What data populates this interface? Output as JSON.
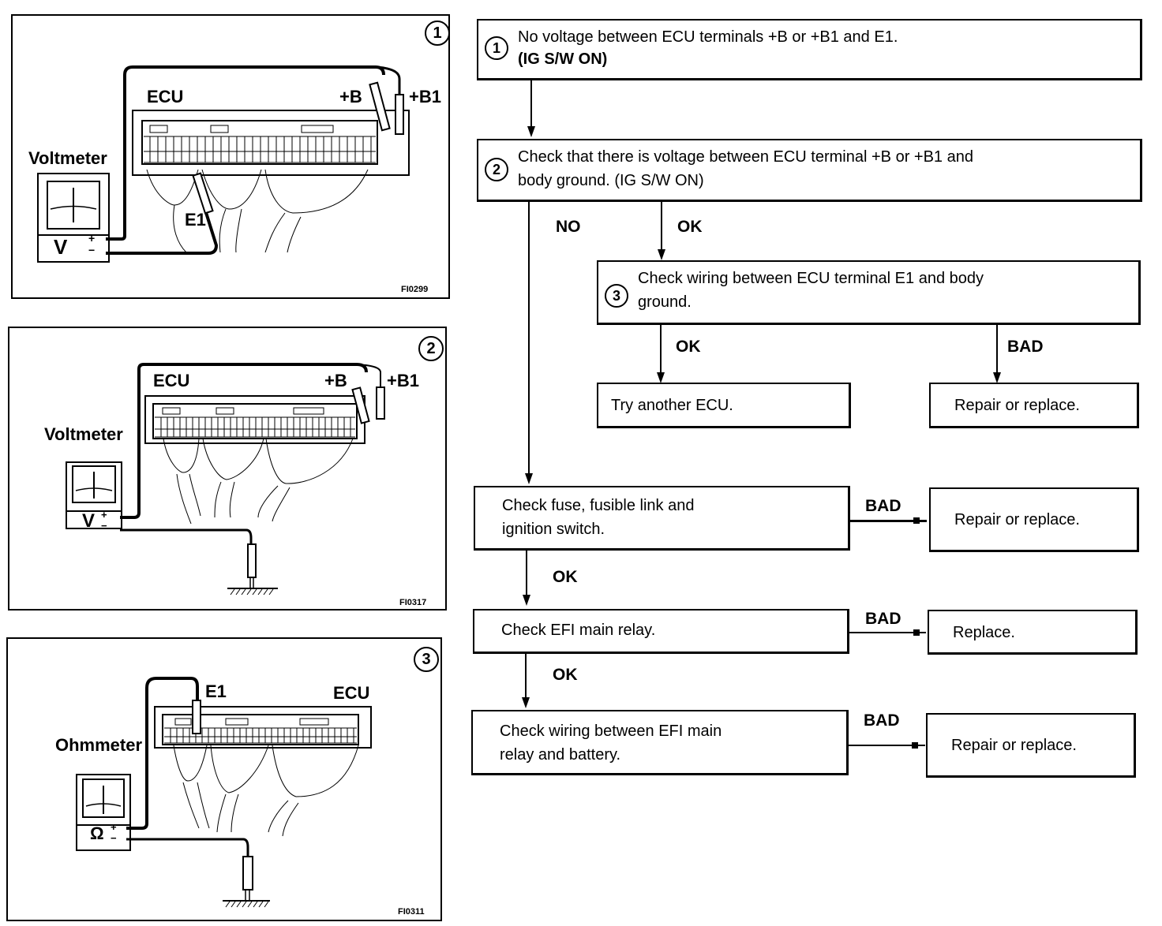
{
  "figures": [
    {
      "number": "1",
      "meter_label": "Voltmeter",
      "meter_symbol": "V",
      "unit_label": "ECU",
      "probe_labels": [
        "+B",
        "+B1",
        "E1"
      ],
      "figure_code": "FI0299"
    },
    {
      "number": "2",
      "meter_label": "Voltmeter",
      "meter_symbol": "V",
      "unit_label": "ECU",
      "probe_labels": [
        "+B",
        "+B1"
      ],
      "figure_code": "FI0317"
    },
    {
      "number": "3",
      "meter_label": "Ohmmeter",
      "meter_symbol": "Ω",
      "unit_label": "ECU",
      "probe_labels": [
        "E1"
      ],
      "figure_code": "FI0311"
    }
  ],
  "flowchart": {
    "step1": {
      "number": "1",
      "line1": "No voltage between ECU terminals +B or +B1 and E1.",
      "line2": "(IG S/W ON)"
    },
    "step2": {
      "number": "2",
      "line1": "Check that there is voltage between ECU terminal +B or +B1 and",
      "line2": "body ground.  (IG S/W ON)"
    },
    "step3": {
      "number": "3",
      "line1": "Check wiring between ECU terminal E1 and body",
      "line2": "ground."
    },
    "try_ecu": "Try another ECU.",
    "repair1": "Repair or replace.",
    "check_fuse": {
      "line1": "Check fuse, fusible link and",
      "line2": "ignition switch."
    },
    "repair2": "Repair or replace.",
    "check_relay": "Check EFI main relay.",
    "replace": "Replace.",
    "check_wiring": {
      "line1": "Check wiring between EFI main",
      "line2": "relay and battery."
    },
    "repair3": "Repair or replace.",
    "labels": {
      "no": "NO",
      "ok": "OK",
      "bad": "BAD"
    }
  }
}
